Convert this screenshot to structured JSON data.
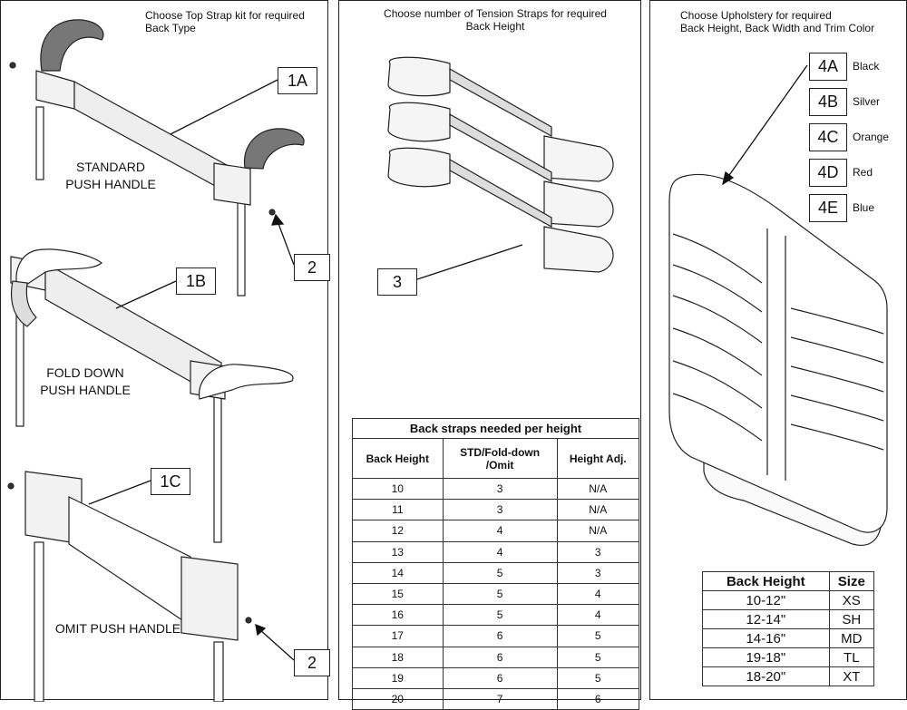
{
  "panel1": {
    "caption": "Choose Top Strap kit for required\nBack Type",
    "callouts": {
      "c1a": "1A",
      "c1b": "1B",
      "c1c": "1C",
      "c2a": "2",
      "c2b": "2"
    },
    "labels": {
      "standard": "STANDARD\nPUSH HANDLE",
      "folddown": "FOLD DOWN\nPUSH HANDLE",
      "omit": "OMIT PUSH HANDLE"
    }
  },
  "panel2": {
    "caption": "Choose number of Tension Straps for required\nBack Height",
    "callout": "3",
    "table": {
      "title": "Back straps needed per height",
      "headers": [
        "Back Height",
        "STD/Fold-down\n/Omit",
        "Height Adj."
      ],
      "rows": [
        [
          "10",
          "3",
          "N/A"
        ],
        [
          "11",
          "3",
          "N/A"
        ],
        [
          "12",
          "4",
          "N/A"
        ],
        [
          "13",
          "4",
          "3"
        ],
        [
          "14",
          "5",
          "3"
        ],
        [
          "15",
          "5",
          "4"
        ],
        [
          "16",
          "5",
          "4"
        ],
        [
          "17",
          "6",
          "5"
        ],
        [
          "18",
          "6",
          "5"
        ],
        [
          "19",
          "6",
          "5"
        ],
        [
          "20",
          "7",
          "6"
        ]
      ]
    }
  },
  "panel3": {
    "caption": "Choose Upholstery for required\nBack Height, Back Width and Trim Color",
    "options": [
      {
        "code": "4A",
        "color": "Black"
      },
      {
        "code": "4B",
        "color": "Silver"
      },
      {
        "code": "4C",
        "color": "Orange"
      },
      {
        "code": "4D",
        "color": "Red"
      },
      {
        "code": "4E",
        "color": "Blue"
      }
    ],
    "table": {
      "headers": [
        "Back Height",
        "Size"
      ],
      "rows": [
        [
          "10-12\"",
          "XS"
        ],
        [
          "12-14\"",
          "SH"
        ],
        [
          "14-16\"",
          "MD"
        ],
        [
          "19-18\"",
          "TL"
        ],
        [
          "18-20\"",
          "XT"
        ]
      ]
    }
  }
}
